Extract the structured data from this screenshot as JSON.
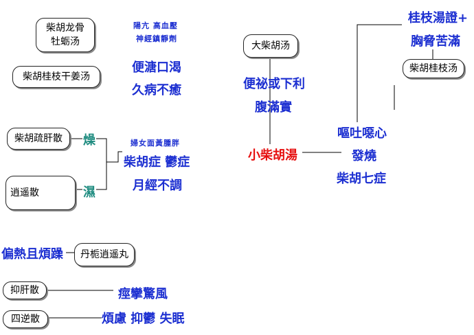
{
  "nodes": {
    "chaihu_longgu": [
      "柴胡龙骨",
      "牡蛎汤"
    ],
    "chaihu_guizhi_ganjiang": "柴胡桂枝干姜汤",
    "chaihu_shugan": "柴胡疏肝散",
    "xiaoyao": "逍遥散",
    "danzhi_xiaoyao": "丹栀逍遥丸",
    "yigan": "抑肝散",
    "sini": "四逆散",
    "da_chaihu": "大柴胡汤",
    "chaihu_guizhi": "柴胡桂枝汤",
    "xiao_chaihu": "小柴胡湯"
  },
  "labels": {
    "yangkang": "陽亢 高血壓",
    "shenjing": "神經鎮靜劑",
    "bian_tang_kou_ke": "便溏口渴",
    "jiu_bing": "久病不癒",
    "zao": "燥",
    "shi": "濕",
    "funu": "婦女面黃腫胖",
    "chaihu_yu": "柴胡症 鬱症",
    "yuejing": "月經不調",
    "pian_re": "偏熱且煩躁",
    "jingluan": "痙攣驚風",
    "fanlu": "煩慮 抑鬱 失眠",
    "bianmi": "便祕或下利",
    "fuman": "腹滿實",
    "guizhi_zheng": "桂枝湯證+",
    "xiongxie": "胸脅苦滿",
    "outu": "嘔吐噁心",
    "fashao": "發燒",
    "qizheng": "柴胡七症"
  }
}
